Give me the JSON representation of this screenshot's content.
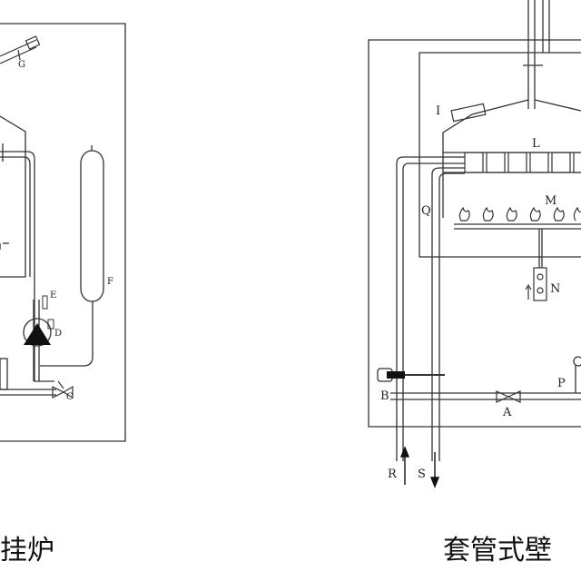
{
  "labels": {
    "A": "A",
    "B": "B",
    "C": "C",
    "D": "D",
    "E": "E",
    "F": "F",
    "G": "G",
    "I": "I",
    "L": "L",
    "M": "M",
    "N": "N",
    "P": "P",
    "Q": "Q",
    "R": "R",
    "S": "S"
  },
  "captions": {
    "left": "挂炉",
    "right": "套管式壁"
  },
  "colors": {
    "line": "#333333",
    "fill_dark": "#111111"
  }
}
